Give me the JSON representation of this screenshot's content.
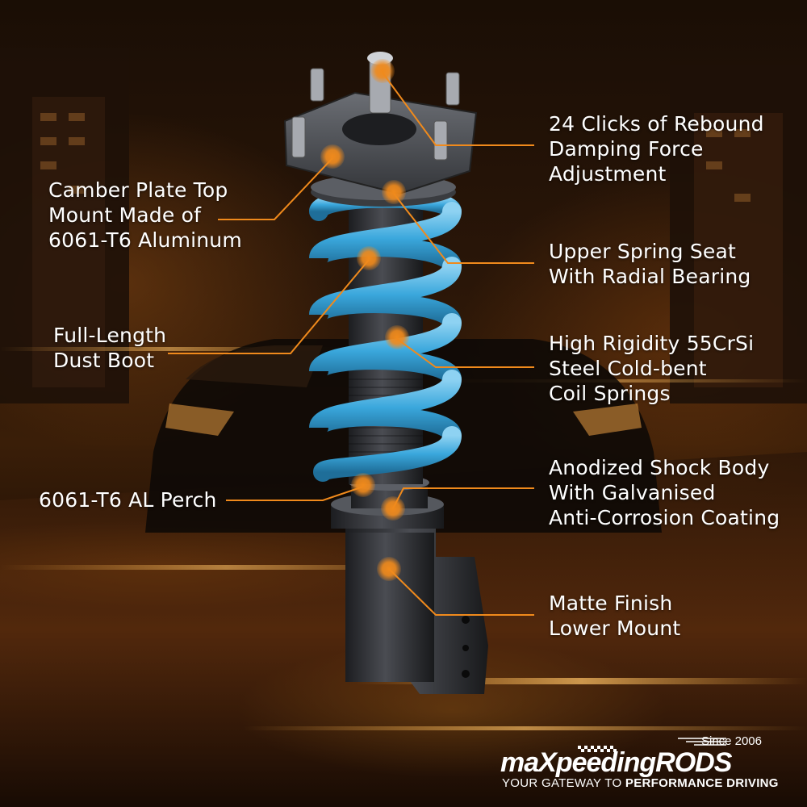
{
  "labels": {
    "camber": [
      "Camber Plate Top",
      "Mount Made of",
      "6061-T6 Aluminum"
    ],
    "dust_boot": [
      "Full-Length",
      "Dust Boot"
    ],
    "perch": [
      "6061-T6 AL Perch"
    ],
    "rebound": [
      "24 Clicks of Rebound",
      "Damping Force",
      "Adjustment"
    ],
    "spring_seat": [
      "Upper Spring Seat",
      "With Radial Bearing"
    ],
    "springs": [
      "High Rigidity 55CrSi",
      "Steel Cold-bent",
      "Coil Springs"
    ],
    "shock_body": [
      "Anodized Shock Body",
      "With Galvanised",
      "Anti-Corrosion Coating"
    ],
    "lower_mount": [
      "Matte Finish",
      "Lower Mount"
    ]
  },
  "brand": {
    "since": "Since 2006",
    "logo_pre": "maX",
    "logo_mid": "peedingRODS",
    "tagline_pre": "YOUR GATEWAY TO ",
    "tagline_bold": "PERFORMANCE DRIVING"
  },
  "colors": {
    "accent": "#f08a1c",
    "spring": "#3aa7dc",
    "body": "#2a2c30"
  }
}
